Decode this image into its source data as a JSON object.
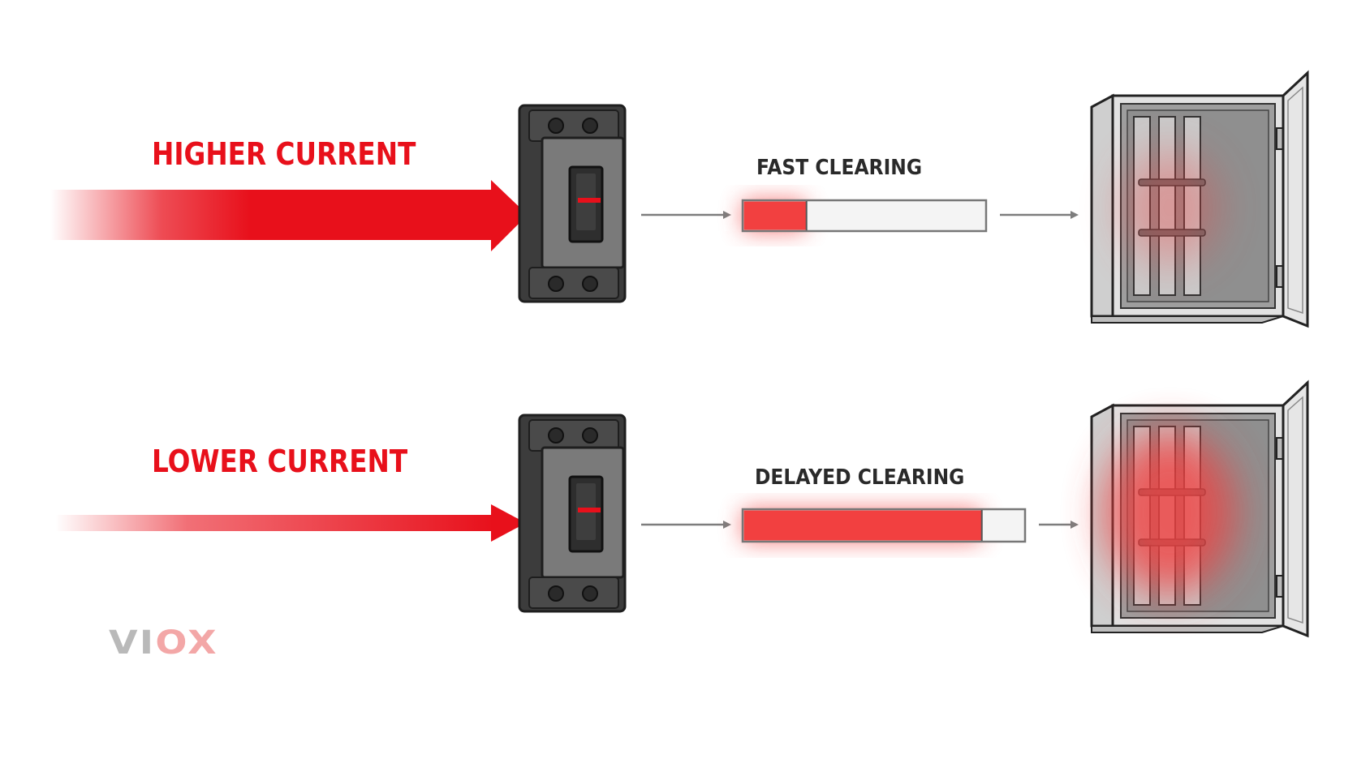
{
  "colors": {
    "current_red": "#e8101b",
    "heat_red": "#f24040",
    "breaker_dark": "#3c3c3c",
    "breaker_face": "#7a7a7a",
    "arrow_gray": "#7d7d7d",
    "panel_gray": "#d8d8d8"
  },
  "rows": [
    {
      "current_label": "HIGHER CURRENT",
      "clearing_label": "FAST CLEARING",
      "clearing_fill": 0.26,
      "heat_intensity": 0.35
    },
    {
      "current_label": "LOWER CURRENT",
      "clearing_label": "DELAYED CLEARING",
      "clearing_fill": 0.85,
      "heat_intensity": 0.8
    }
  ],
  "logo": {
    "part1": "VI",
    "part2": "OX"
  }
}
